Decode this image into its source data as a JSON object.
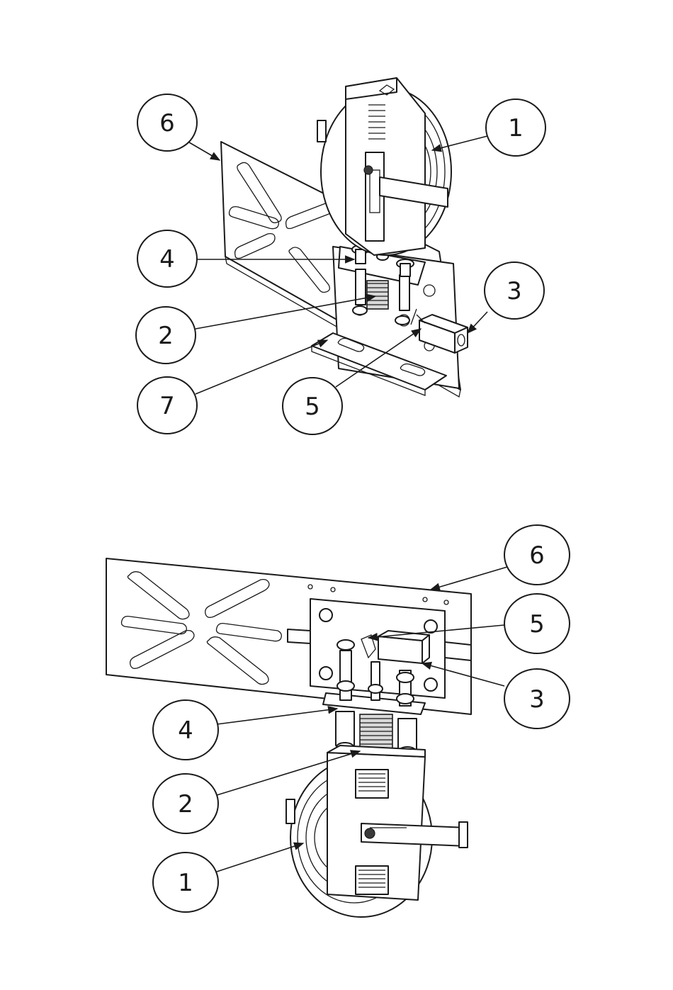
{
  "views": [
    {
      "id": "top-view",
      "callouts": [
        {
          "label": "6"
        },
        {
          "label": "1"
        },
        {
          "label": "4"
        },
        {
          "label": "3"
        },
        {
          "label": "2"
        },
        {
          "label": "7"
        },
        {
          "label": "5"
        }
      ]
    },
    {
      "id": "bottom-view",
      "callouts": [
        {
          "label": "6"
        },
        {
          "label": "5"
        },
        {
          "label": "3"
        },
        {
          "label": "4"
        },
        {
          "label": "2"
        },
        {
          "label": "1"
        }
      ]
    }
  ]
}
